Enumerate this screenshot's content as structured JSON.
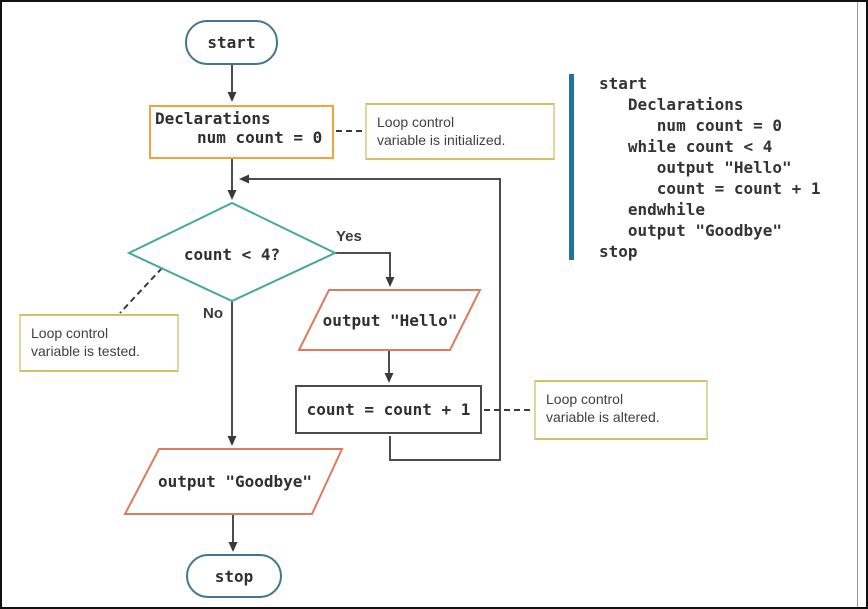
{
  "figure": {
    "type": "flowchart-with-pseudocode",
    "title": "while loop flowchart"
  },
  "flowchart": {
    "start_label": "start",
    "declaration_line1": "Declarations",
    "declaration_line2": "num count = 0",
    "decision_label": "count < 4?",
    "yes_label": "Yes",
    "no_label": "No",
    "output_hello_label": "output \"Hello\"",
    "increment_label": "count = count + 1",
    "output_goodbye_label": "output \"Goodbye\"",
    "stop_label": "stop"
  },
  "annotations": [
    {
      "line1": "Loop control",
      "line2": "variable is initialized."
    },
    {
      "line1": "Loop control",
      "line2": "variable is tested."
    },
    {
      "line1": "Loop control",
      "line2": "variable is altered."
    }
  ],
  "pseudocode": {
    "lines": [
      "start",
      "   Declarations",
      "      num count = 0",
      "   while count < 4",
      "      output \"Hello\"",
      "      count = count + 1",
      "   endwhile",
      "   output \"Goodbye\"",
      "stop"
    ]
  },
  "colors": {
    "terminal_border": "#41768f",
    "process_border": "#f0a33c",
    "decision_border": "#44a89a",
    "io_border": "#dd7b60",
    "assignment_border": "#4a4a4a",
    "annotation_border": "#d2c165",
    "code_bar": "#2171a4",
    "flow_line": "#4d4d4d",
    "text": "#2f2f2f"
  }
}
